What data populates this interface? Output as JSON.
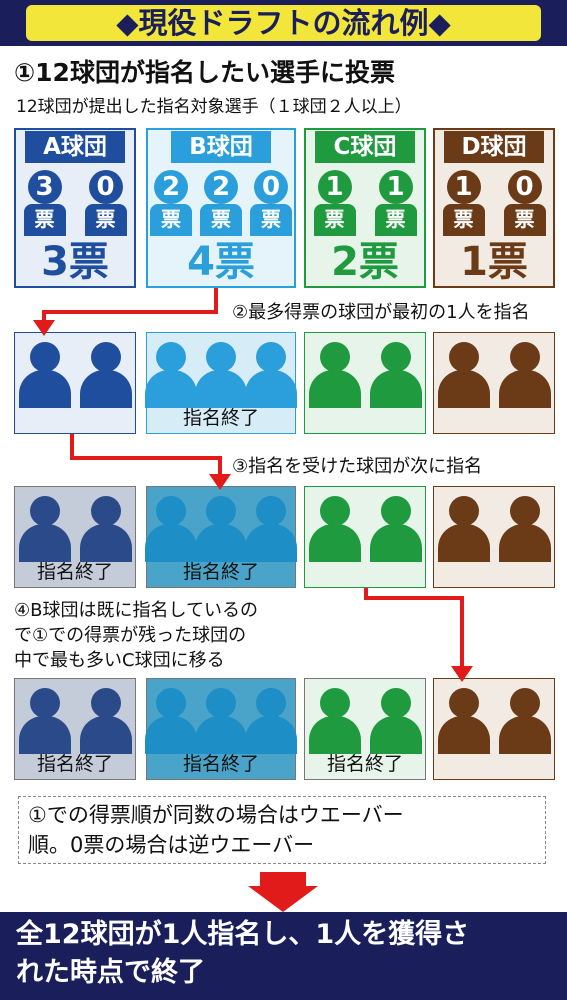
{
  "title": "◆現役ドラフトの流れ例◆",
  "step1": {
    "heading": "①12球団が指名したい選手に投票",
    "subheading": "12球団が提出した指名対象選手（１球団２人以上）"
  },
  "teams": [
    {
      "name": "A球団",
      "votes": [
        "3",
        "0"
      ],
      "vote_unit": "票",
      "total": "3票",
      "color": "#1f4e9e",
      "light": "#e7eef8"
    },
    {
      "name": "B球団",
      "votes": [
        "2",
        "2",
        "0"
      ],
      "vote_unit": "票",
      "total": "4票",
      "color": "#2b9fdc",
      "light": "#e5f4fb"
    },
    {
      "name": "C球団",
      "votes": [
        "1",
        "1"
      ],
      "vote_unit": "票",
      "total": "2票",
      "color": "#1f9a3e",
      "light": "#e6f4e9"
    },
    {
      "name": "D球団",
      "votes": [
        "1",
        "0"
      ],
      "vote_unit": "票",
      "total": "1票",
      "color": "#6b3a17",
      "light": "#f1ebe4"
    }
  ],
  "steps": {
    "step2": "②最多得票の球団が最初の1人を指名",
    "step3": "③指名を受けた球団が次に指名",
    "step4_line1": "④B球団は既に指名しているの",
    "step4_line2": "で①での得票が残った球団の",
    "step4_line3": "中で最も多いC球団に移る"
  },
  "done_label": "指名終了",
  "note": {
    "line1": "①での得票順が同数の場合はウエーバー",
    "line2": "順。0票の場合は逆ウエーバー"
  },
  "final": {
    "line1": "全12球団が1人指名し、1人を獲得さ",
    "line2": "れた時点で終了"
  },
  "colors": {
    "navy": "#1a1f5c",
    "yellow": "#f2e63a",
    "arrow_red": "#e11a1a",
    "done_gray": "#c5ccd9",
    "done_blue": "#4aa3c8"
  }
}
